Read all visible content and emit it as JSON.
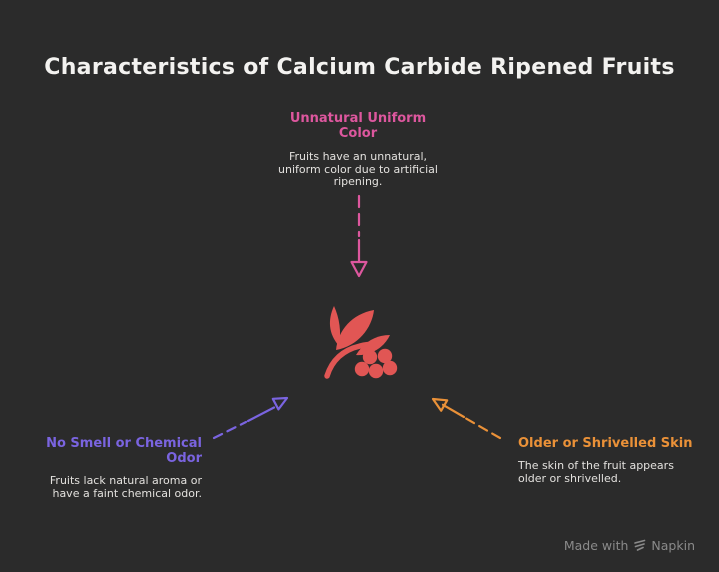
{
  "page": {
    "title": "Characteristics of Calcium Carbide Ripened Fruits",
    "background_color": "#2b2b2b",
    "title_color": "#f3f2f0",
    "body_text_color": "#e3e1de"
  },
  "callouts": {
    "top": {
      "heading": "Unnatural Uniform Color",
      "description": "Fruits have an unnatural, uniform color due to artificial ripening.",
      "accent_color": "#dd579e",
      "arrow_direction": "down"
    },
    "left": {
      "heading": "No Smell or Chemical Odor",
      "description": "Fruits lack natural aroma or have a faint chemical odor.",
      "accent_color": "#7a64e0",
      "arrow_direction": "up-right"
    },
    "right": {
      "heading": "Older or Shrivelled Skin",
      "description": "The skin of the fruit appears older or shrivelled.",
      "accent_color": "#ea9138",
      "arrow_direction": "up-left"
    }
  },
  "center_icon": {
    "name": "berries-with-leaves",
    "color": "#e15654"
  },
  "watermark": {
    "prefix": "Made with",
    "brand": "Napkin",
    "color": "#8a8a8a"
  }
}
